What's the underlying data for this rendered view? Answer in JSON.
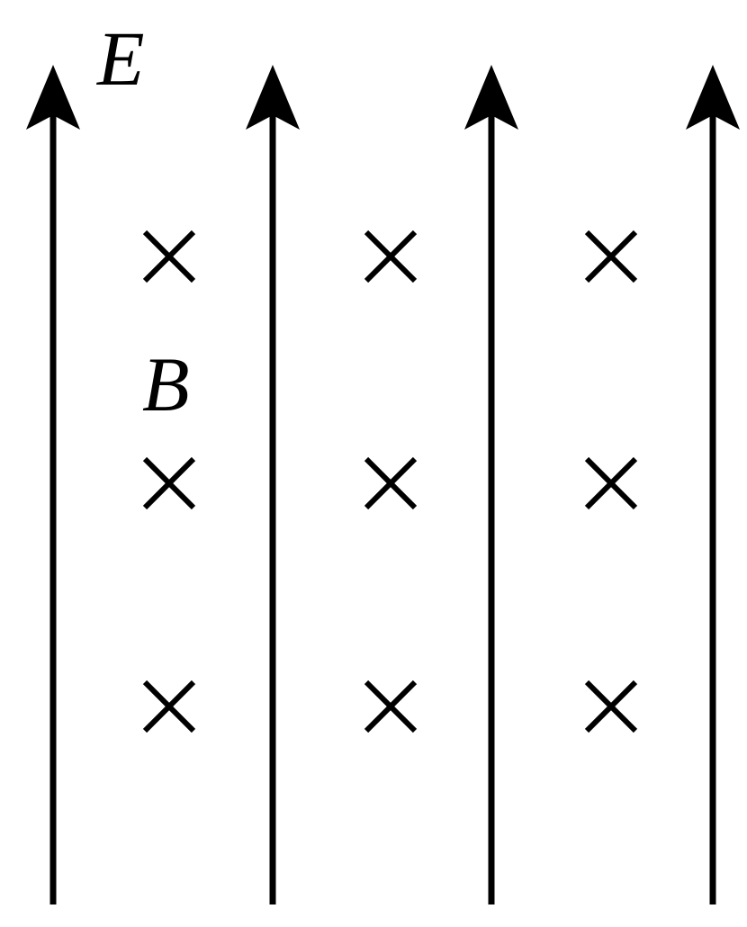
{
  "labels": {
    "electric_field": "E",
    "magnetic_field": "B"
  },
  "electric_field": {
    "direction": "up",
    "line_count": 4
  },
  "magnetic_field": {
    "direction": "into-page",
    "symbol": "×",
    "rows": 3,
    "columns": 3
  },
  "colors": {
    "ink": "#000000",
    "background": "#ffffff"
  }
}
